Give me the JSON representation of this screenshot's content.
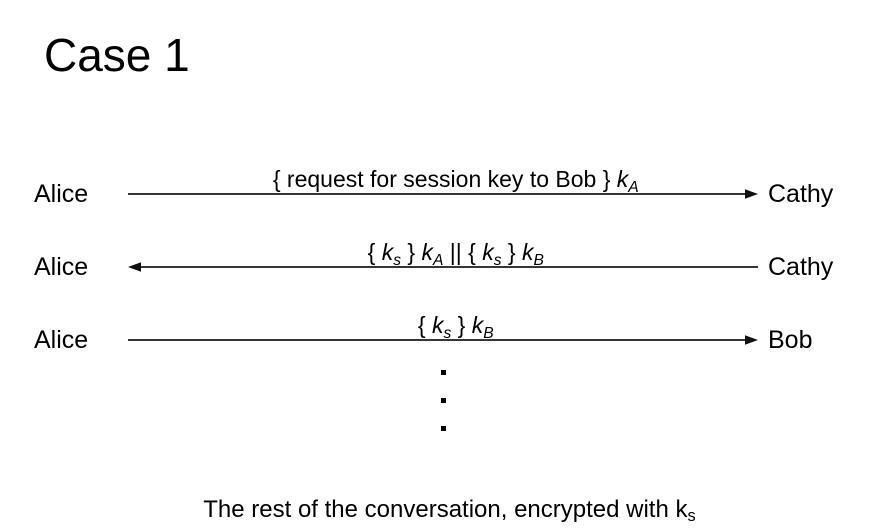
{
  "slide": {
    "title": "Case 1",
    "background_color": "#ffffff",
    "text_color": "#000000",
    "line_color": "#1a1a1a"
  },
  "diagram": {
    "type": "sequence-diagram",
    "rows": [
      {
        "id": "row-1",
        "left_endpoint": "Alice",
        "right_endpoint": "Cathy",
        "direction": "right",
        "message_plain": "{ request for session key to Bob } kA",
        "message_parts": {
          "prefix": "{ request for session key to Bob } ",
          "key": "k",
          "key_subscript": "A"
        }
      },
      {
        "id": "row-2",
        "left_endpoint": "Alice",
        "right_endpoint": "Cathy",
        "direction": "left",
        "message_plain": "{ ks } kA || { ks } kB",
        "message_parts": {
          "open_1": "{ ",
          "inner_key_1": "k",
          "inner_sub_1": "s",
          "close_1": " } ",
          "key_1": "k",
          "key_sub_1": "A",
          "separator": " || ",
          "open_2": "{ ",
          "inner_key_2": "k",
          "inner_sub_2": "s",
          "close_2": " } ",
          "key_2": "k",
          "key_sub_2": "B"
        }
      },
      {
        "id": "row-3",
        "left_endpoint": "Alice",
        "right_endpoint": "Bob",
        "direction": "right",
        "message_plain": "{ ks } kB",
        "message_parts": {
          "open": "{ ",
          "inner_key": "k",
          "inner_sub": "s",
          "close": " } ",
          "key": "k",
          "key_sub": "B"
        }
      }
    ],
    "ellipsis": {
      "style": "vertical-dots",
      "count": 3
    },
    "footer": {
      "prefix": "The rest of the conversation, encrypted with ",
      "key": "k",
      "key_subscript": "s",
      "plain": "The rest of the conversation, encrypted with ks"
    }
  }
}
